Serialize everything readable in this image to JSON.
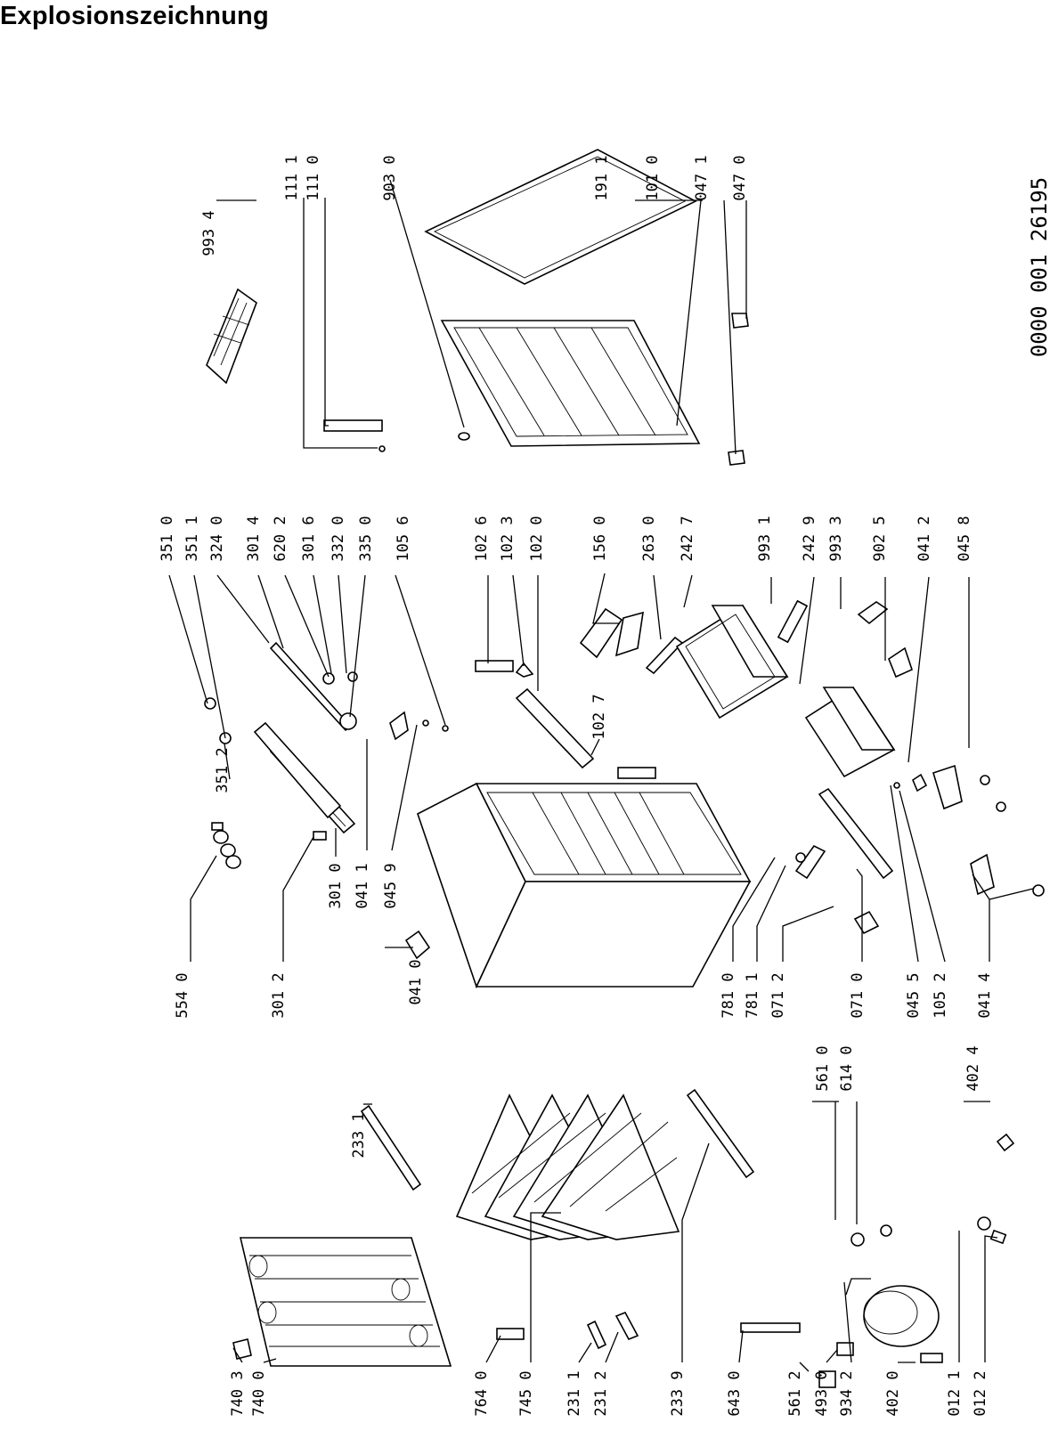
{
  "title": "Explosionszeichnung",
  "document_number": "0000 001 26195",
  "diagram": {
    "part_labels": [
      "993 4",
      "111 1",
      "111 0",
      "903 0",
      "191 1",
      "101 0",
      "047 1",
      "047 0",
      "351 0",
      "351 1",
      "324 0",
      "301 4",
      "620 2",
      "301 6",
      "332 0",
      "335 0",
      "105 6",
      "102 6",
      "102 3",
      "102 0",
      "156 0",
      "263 0",
      "242 7",
      "993 1",
      "242 9",
      "993 3",
      "902 5",
      "041 2",
      "045 8",
      "351 2",
      "102 7",
      "301 0",
      "041 1",
      "045 9",
      "041 0",
      "554 0",
      "301 2",
      "781 0",
      "781 1",
      "071 2",
      "071 0",
      "045 5",
      "105 2",
      "041 4",
      "233 1",
      "561 0",
      "614 0",
      "402 4",
      "740 3",
      "740 0",
      "764 0",
      "745 0",
      "231 1",
      "231 2",
      "233 9",
      "643 0",
      "561 2",
      "493 0",
      "934 2",
      "402 0",
      "012 1",
      "012 2"
    ]
  }
}
